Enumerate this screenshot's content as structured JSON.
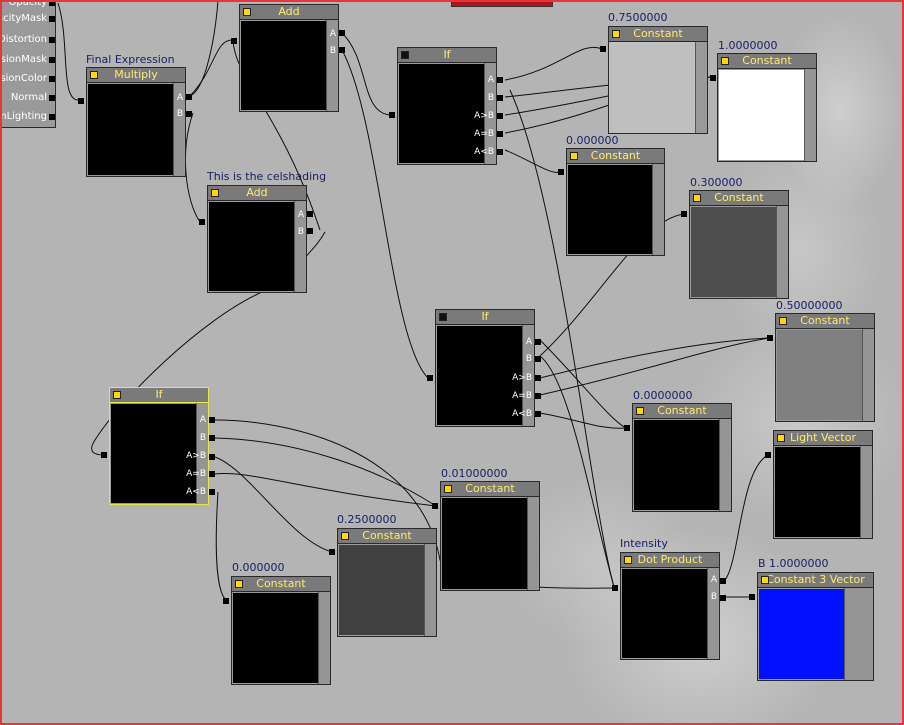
{
  "material_panel": {
    "inputs": [
      "Opacity",
      "OpacityMask",
      "Distortion",
      "EmissionMask",
      "EmissionColor",
      "Normal",
      "CustomLighting"
    ]
  },
  "nodes": {
    "multiply_final": {
      "label": "Final Expression",
      "title": "Multiply",
      "pins": [
        "A",
        "B"
      ]
    },
    "add_top": {
      "title": "Add",
      "pins": [
        "A",
        "B"
      ]
    },
    "add_cel": {
      "label": "This is the celshading",
      "title": "Add",
      "pins": [
        "A",
        "B"
      ]
    },
    "if_top": {
      "title": "If",
      "pins": [
        "A",
        "B",
        "A>B",
        "A=B",
        "A<B"
      ]
    },
    "if_mid": {
      "title": "If",
      "pins": [
        "A",
        "B",
        "A>B",
        "A=B",
        "A<B"
      ]
    },
    "if_left": {
      "title": "If",
      "pins": [
        "A",
        "B",
        "A>B",
        "A=B",
        "A<B"
      ]
    },
    "const_075": {
      "label": "0.7500000",
      "title": "Constant"
    },
    "const_1": {
      "label": "1.0000000",
      "title": "Constant"
    },
    "const_0_top": {
      "label": "0.000000",
      "title": "Constant"
    },
    "const_03": {
      "label": "0.300000",
      "title": "Constant"
    },
    "const_05": {
      "label": "0.50000000",
      "title": "Constant"
    },
    "const_0_mid": {
      "label": "0.0000000",
      "title": "Constant"
    },
    "light_vector": {
      "title": "Light Vector"
    },
    "const_001": {
      "label": "0.01000000",
      "title": "Constant"
    },
    "const_025": {
      "label": "0.2500000",
      "title": "Constant"
    },
    "const_0_bot": {
      "label": "0.000000",
      "title": "Constant"
    },
    "dot_product": {
      "label": "Intensity",
      "title": "Dot Product",
      "pins": [
        "A",
        "B"
      ]
    },
    "const3_vector": {
      "label": "B 1.0000000",
      "title": "Constant 3 Vector"
    }
  },
  "colors": {
    "frame": "#e8343c",
    "node_title_text": "#ffea70",
    "label_text": "#1a2266",
    "preview_blue": "#0010ff",
    "preview_white": "#ffffff",
    "preview_gray_03": "#4d4d4d",
    "preview_gray_05": "#808080",
    "preview_gray_025": "#404040",
    "selected_border": "#e8e44a"
  }
}
